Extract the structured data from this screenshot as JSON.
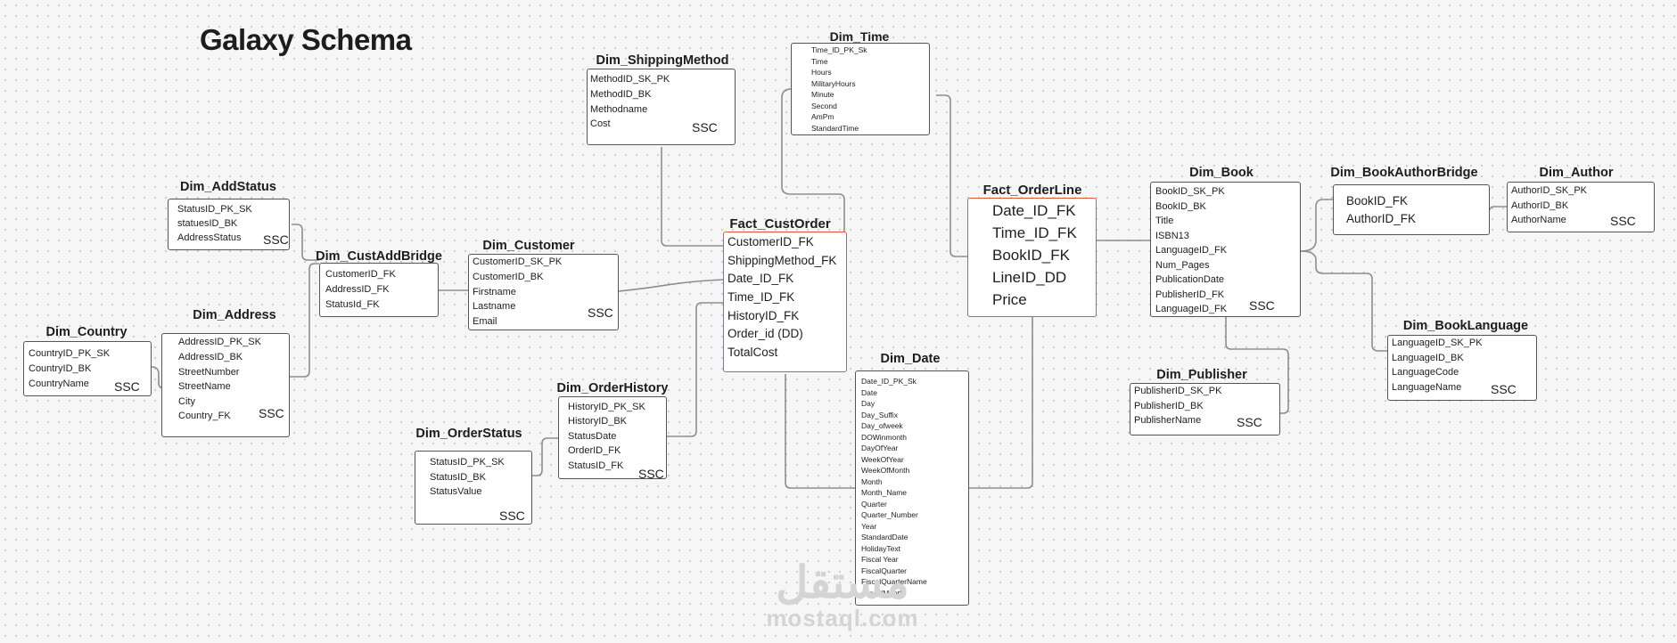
{
  "title": "Galaxy Schema",
  "watermark": {
    "arabic": "مستقل",
    "latin": "mostaql.com"
  },
  "entities": {
    "shipping": {
      "name": "Dim_ShippingMethod",
      "fields": [
        "MethodID_SK_PK",
        "MethodID_BK",
        "Methodname",
        "Cost"
      ],
      "ssc": "SSC"
    },
    "time": {
      "name": "Dim_Time",
      "fields": [
        "Time_ID_PK_Sk",
        "Time",
        "Hours",
        "MilitaryHours",
        "Minute",
        "Second",
        "AmPm",
        "StandardTime"
      ]
    },
    "addstatus": {
      "name": "Dim_AddStatus",
      "fields": [
        "StatusID_PK_SK",
        "statuesID_BK",
        "AddressStatus"
      ],
      "ssc": "SSC"
    },
    "custadd": {
      "name": "Dim_CustAddBridge",
      "fields": [
        "CustomerID_FK",
        "AddressID_FK",
        "StatusId_FK"
      ]
    },
    "customer": {
      "name": "Dim_Customer",
      "fields": [
        "CustomerID_SK_PK",
        "CustomerID_BK",
        "Firstname",
        "Lastname",
        "Email"
      ],
      "ssc": "SSC"
    },
    "country": {
      "name": "Dim_Country",
      "fields": [
        "CountryID_PK_SK",
        "CountryID_BK",
        "CountryName"
      ],
      "ssc": "SSC"
    },
    "address": {
      "name": "Dim_Address",
      "fields": [
        "AddressID_PK_SK",
        "AddressID_BK",
        "StreetNumber",
        "StreetName",
        "City",
        "Country_FK"
      ],
      "ssc": "SSC"
    },
    "custorder": {
      "name": "Fact_CustOrder",
      "fields": [
        "CustomerID_FK",
        "ShippingMethod_FK",
        "Date_ID_FK",
        "Time_ID_FK",
        "HistoryID_FK",
        "Order_id (DD)",
        "TotalCost"
      ]
    },
    "orderline": {
      "name": "Fact_OrderLine",
      "fields": [
        "Date_ID_FK",
        "Time_ID_FK",
        "BookID_FK",
        "LineID_DD",
        "Price"
      ]
    },
    "orderhistory": {
      "name": "Dim_OrderHistory",
      "fields": [
        "HistoryID_PK_SK",
        "HistoryID_BK",
        "StatusDate",
        "OrderID_FK",
        "StatusID_FK"
      ],
      "ssc": "SSC"
    },
    "orderstatus": {
      "name": "Dim_OrderStatus",
      "fields": [
        "StatusID_PK_SK",
        "StatusID_BK",
        "StatusValue"
      ],
      "ssc": "SSC"
    },
    "date": {
      "name": "Dim_Date",
      "fields": [
        "Date_ID_PK_Sk",
        "Date",
        "Day",
        "Day_Suffix",
        "Day_ofweek",
        "DOWinmonth",
        "DayOfYear",
        "WeekOfYear",
        "WeekOfMonth",
        "Month",
        "Month_Name",
        "Quarter",
        "Quarter_Number",
        "Year",
        "StandardDate",
        "HolidayText",
        "Fiscal Year",
        "FiscalQuarter",
        "FiscalQuarterName",
        "FiscalMonth"
      ]
    },
    "book": {
      "name": "Dim_Book",
      "fields": [
        "BookID_SK_PK",
        "BookID_BK",
        "Title",
        "ISBN13",
        "LanguageID_FK",
        "Num_Pages",
        "PublicationDate",
        "PublisherID_FK",
        "LanguageID_FK"
      ],
      "ssc": "SSC"
    },
    "bookauthor": {
      "name": "Dim_BookAuthorBridge",
      "fields": [
        "BookID_FK",
        "AuthorID_FK"
      ]
    },
    "author": {
      "name": "Dim_Author",
      "fields": [
        "AuthorID_SK_PK",
        "AuthorID_BK",
        "AuthorName"
      ],
      "ssc": "SSC"
    },
    "booklang": {
      "name": "Dim_BookLanguage",
      "fields": [
        "LanguageID_SK_PK",
        "LanguageID_BK",
        "LanguageCode",
        "LanguageName"
      ],
      "ssc": "SSC"
    },
    "publisher": {
      "name": "Dim_Publisher",
      "fields": [
        "PublisherID_SK_PK",
        "PublisherID_BK",
        "PublisherName"
      ],
      "ssc": "SSC"
    }
  }
}
